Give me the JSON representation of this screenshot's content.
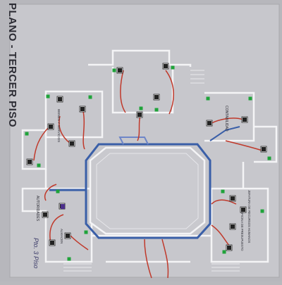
{
  "title": "PLANO - TERCER PISO",
  "rooms": [
    {
      "label": "BIENES Y SERVICIOS"
    },
    {
      "label": "CONTABILIDAD"
    },
    {
      "label": "AUTORIDADES"
    },
    {
      "label": "JEFATURA DE RECURSOS HUMANOS"
    },
    {
      "label": "OFICINA DE PRESUPUESTO"
    },
    {
      "label": "ALMACEN"
    }
  ],
  "handwritten_note": "Pto. 3 Piso",
  "legend": {
    "phone_icon": "telephone-icon",
    "network_point_icon": "network-point-icon"
  },
  "colors": {
    "cable_red": "#c0392b",
    "cable_blue": "#3a5fa8",
    "network_point": "#1fa33a",
    "walls": "#ffffff",
    "background": "#c5c5ca"
  }
}
